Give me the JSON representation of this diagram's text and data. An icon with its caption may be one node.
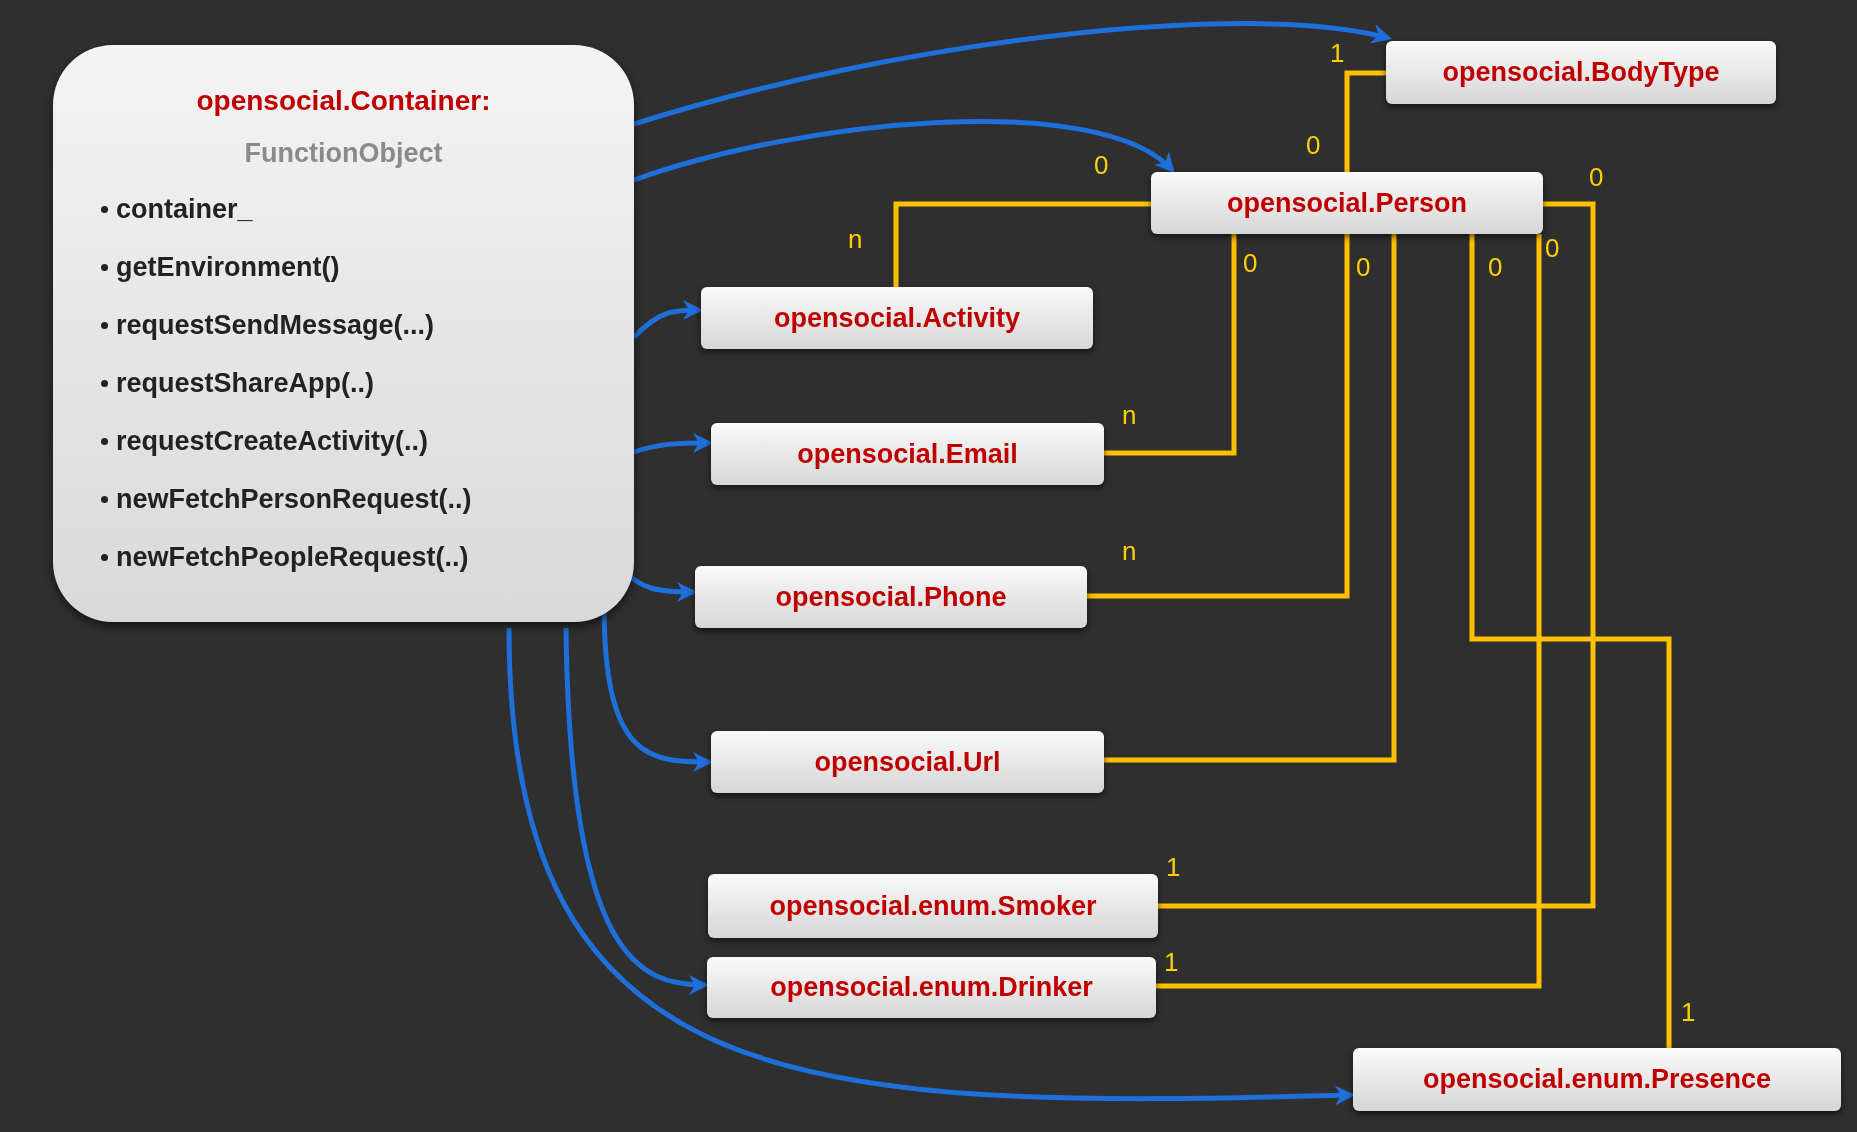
{
  "diagram": {
    "nodes": [
      {
        "text": [
          "opensocial.Container:",
          "FunctionObject",
          "container_",
          "getEnvironment()",
          "requestSendMessage(...)",
          "requestShareApp(..)",
          "requestCreateActivity(..)",
          "newFetchPersonRequest(..)",
          "newFetchPeopleRequest(..)"
        ]
      },
      {
        "text": [
          "opensocial.BodyType"
        ]
      },
      {
        "text": [
          "opensocial.Person"
        ]
      },
      {
        "text": [
          "opensocial.Activity"
        ]
      },
      {
        "text": [
          "opensocial.Email"
        ]
      },
      {
        "text": [
          "opensocial.Phone"
        ]
      },
      {
        "text": [
          "opensocial.Url"
        ]
      },
      {
        "text": [
          "opensocial.enum.Smoker"
        ]
      },
      {
        "text": [
          "opensocial.enum.Drinker"
        ]
      },
      {
        "text": [
          "opensocial.enum.Presence"
        ]
      }
    ],
    "edges": [
      {
        "from": 0,
        "to": 1,
        "arrow": "to"
      },
      {
        "from": 0,
        "to": 2,
        "arrow": "to"
      },
      {
        "from": 0,
        "to": 3,
        "arrow": "to"
      },
      {
        "from": 0,
        "to": 4,
        "arrow": "to"
      },
      {
        "from": 0,
        "to": 5,
        "arrow": "to"
      },
      {
        "from": 0,
        "to": 6,
        "arrow": "to"
      },
      {
        "from": 0,
        "to": 8,
        "arrow": "to"
      },
      {
        "from": 0,
        "to": 9,
        "arrow": "to"
      },
      {
        "from": 2,
        "to": 1,
        "arrow": "none",
        "color": "#ffc000"
      },
      {
        "from": 2,
        "to": 3,
        "arrow": "none",
        "color": "#ffc000"
      },
      {
        "from": 2,
        "to": 4,
        "arrow": "none",
        "color": "#ffc000"
      },
      {
        "from": 2,
        "to": 5,
        "arrow": "none",
        "color": "#ffc000"
      },
      {
        "from": 2,
        "to": 6,
        "arrow": "none",
        "color": "#ffc000"
      },
      {
        "from": 2,
        "to": 9,
        "arrow": "none",
        "color": "#ffc000"
      },
      {
        "from": 2,
        "to": 8,
        "arrow": "none",
        "color": "#ffc000"
      },
      {
        "from": 2,
        "to": 7,
        "arrow": "none",
        "color": "#ffc000"
      }
    ],
    "labels": [
      "1",
      "0",
      "0",
      "0",
      "n",
      "0",
      "0",
      "0",
      "0",
      "n",
      "n",
      "1",
      "1",
      "1"
    ]
  }
}
